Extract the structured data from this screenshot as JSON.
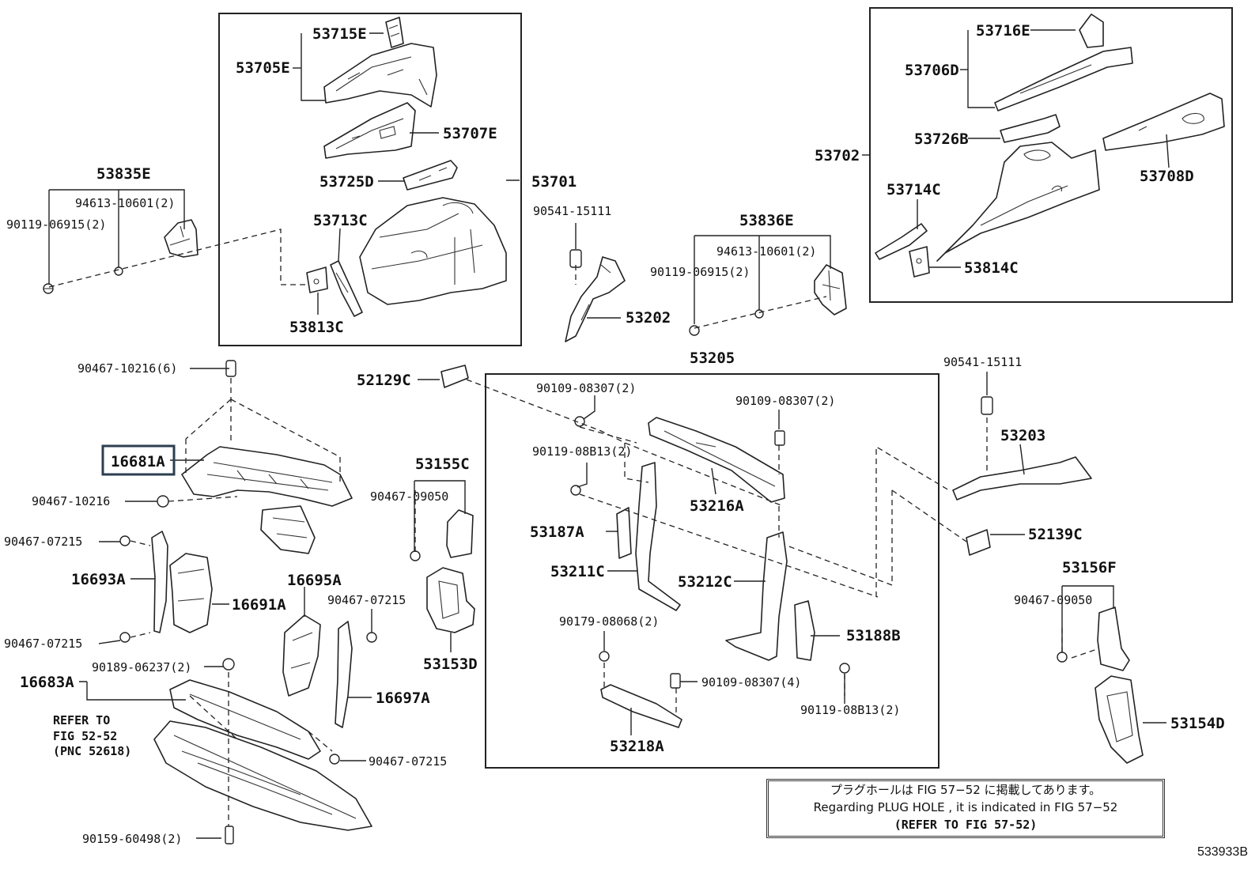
{
  "diagram_id": "533933B",
  "highlighted_label": "16681A",
  "note": {
    "line1": "プラグホールは FIG 57−52 に掲載してあります。",
    "line2": "Regarding PLUG HOLE , it is indicated in FIG 57−52",
    "line3": "(REFER TO FIG 57-52)"
  },
  "refer_note": [
    "REFER TO",
    "FIG 52-52",
    "(PNC 52618)"
  ],
  "labels": {
    "l53715E": "53715E",
    "l53705E": "53705E",
    "l53707E": "53707E",
    "l53725D": "53725D",
    "l53713C": "53713C",
    "l53813C": "53813C",
    "l53701": "53701",
    "l53835E": "53835E",
    "l94613a": "94613-10601(2)",
    "l90119a": "90119-06915(2)",
    "l90541a": "90541-15111",
    "l53202": "53202",
    "l53836E": "53836E",
    "l94613b": "94613-10601(2)",
    "l90119b": "90119-06915(2)",
    "l53716E": "53716E",
    "l53706D": "53706D",
    "l53726B": "53726B",
    "l53708D": "53708D",
    "l53714C": "53714C",
    "l53814C": "53814C",
    "l53702": "53702",
    "l90467a": "90467-10216(6)",
    "l16681A": "16681A",
    "l90467b": "90467-10216",
    "l90467c": "90467-07215",
    "l16693A": "16693A",
    "l16691A": "16691A",
    "l90467d": "90467-07215",
    "l16695A": "16695A",
    "l90467e": "90467-07215",
    "l16697A": "16697A",
    "l16683A": "16683A",
    "l90189": "90189-06237(2)",
    "l90467f": "90467-07215",
    "l90159": "90159-60498(2)",
    "l52129C": "52129C",
    "l53155C": "53155C",
    "l90467g": "90467-09050",
    "l53153D": "53153D",
    "l53205": "53205",
    "l90109a": "90109-08307(2)",
    "l90109b": "90109-08307(2)",
    "l90119c": "90119-08B13(2)",
    "l53216A": "53216A",
    "l53187A": "53187A",
    "l53211C": "53211C",
    "l53212C": "53212C",
    "l90179": "90179-08068(2)",
    "l53188B": "53188B",
    "l90109c": "90109-08307(4)",
    "l90119d": "90119-08B13(2)",
    "l53218A": "53218A",
    "l90541b": "90541-15111",
    "l53203": "53203",
    "l52139C": "52139C",
    "l53156F": "53156F",
    "l90467h": "90467-09050",
    "l53154D": "53154D"
  }
}
